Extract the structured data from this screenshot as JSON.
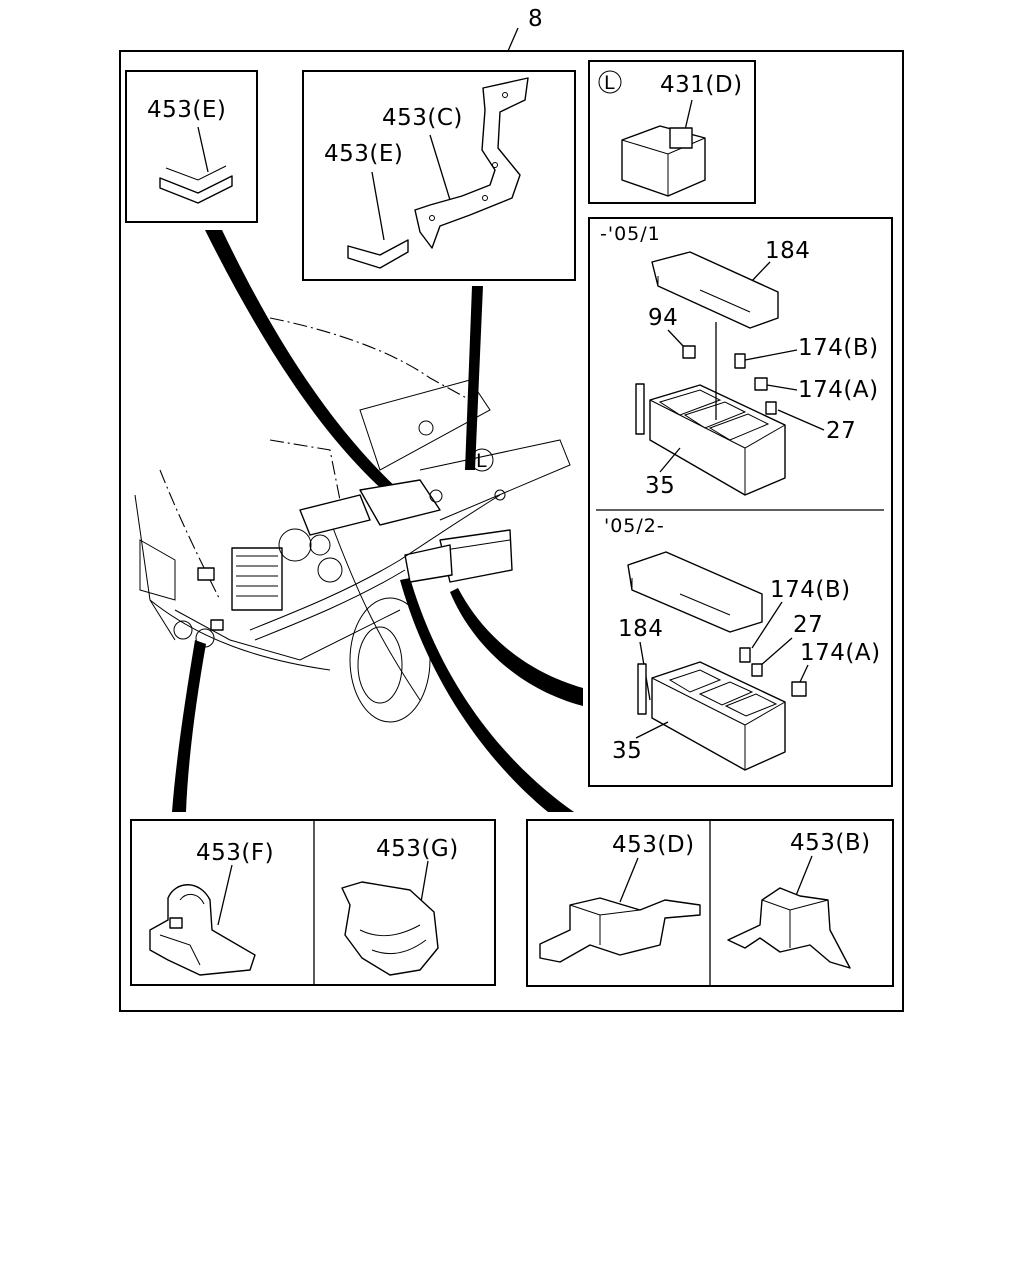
{
  "labels": {
    "main": "8",
    "e_left": "453(E)",
    "c_top": "453(C)",
    "e_mid": "453(E)",
    "l_circle": "L",
    "d431": "431(D)",
    "period1": "-'05/1",
    "n184_1": "184",
    "n94": "94",
    "n174b_1": "174(B)",
    "n174a_1": "174(A)",
    "n27_1": "27",
    "n35_1": "35",
    "period2": "'05/2-",
    "n174b_2": "174(B)",
    "n184_2": "184",
    "n27_2": "27",
    "n174a_2": "174(A)",
    "n35_2": "35",
    "f453": "453(F)",
    "g453": "453(G)",
    "d453": "453(D)",
    "b453": "453(B)",
    "l_engine": "L"
  }
}
